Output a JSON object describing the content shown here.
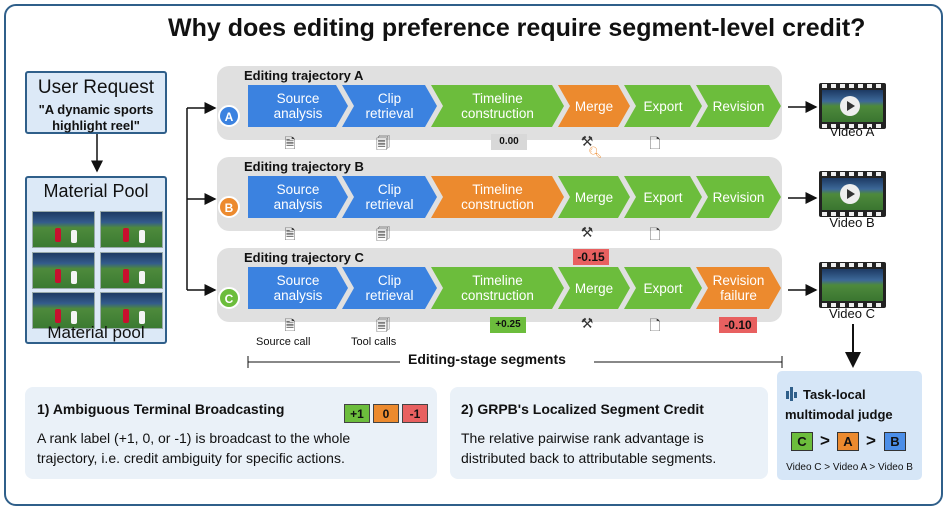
{
  "title": "Why does editing preference require segment-level credit?",
  "user_request": {
    "title": "User Request",
    "text_line1": "\"A dynamic sports",
    "text_line2": "highlight reel\""
  },
  "material_pool": {
    "title": "Material Pool",
    "footer": "Material pool"
  },
  "trajectories": [
    {
      "badge": "A",
      "title": "Editing trajectory A",
      "badge_color": "#3b82e0",
      "stages": [
        {
          "line1": "Source",
          "line2": "analysis",
          "color": "blue"
        },
        {
          "line1": "Clip",
          "line2": "retrieval",
          "color": "blue"
        },
        {
          "line1": "Timeline",
          "line2": "construction",
          "color": "green"
        },
        {
          "line1": "Merge",
          "line2": "",
          "color": "orange"
        },
        {
          "line1": "Export",
          "line2": "",
          "color": "green"
        },
        {
          "line1": "Revision",
          "line2": "",
          "color": "green"
        }
      ],
      "score": "0.00",
      "video": "Video A"
    },
    {
      "badge": "B",
      "title": "Editing trajectory B",
      "badge_color": "#ec8a2e",
      "stages": [
        {
          "line1": "Source",
          "line2": "analysis",
          "color": "blue"
        },
        {
          "line1": "Clip",
          "line2": "retrieval",
          "color": "blue"
        },
        {
          "line1": "Timeline",
          "line2": "construction",
          "color": "orange"
        },
        {
          "line1": "Merge",
          "line2": "",
          "color": "green"
        },
        {
          "line1": "Export",
          "line2": "",
          "color": "green"
        },
        {
          "line1": "Revision",
          "line2": "",
          "color": "green"
        }
      ],
      "score": "-0.15",
      "video": "Video B"
    },
    {
      "badge": "C",
      "title": "Editing trajectory C",
      "badge_color": "#6cbd3c",
      "stages": [
        {
          "line1": "Source",
          "line2": "analysis",
          "color": "blue"
        },
        {
          "line1": "Clip",
          "line2": "retrieval",
          "color": "blue"
        },
        {
          "line1": "Timeline",
          "line2": "construction",
          "color": "green"
        },
        {
          "line1": "Merge",
          "line2": "",
          "color": "green"
        },
        {
          "line1": "Export",
          "line2": "",
          "color": "green"
        },
        {
          "line1": "Revision",
          "line2": "failure",
          "color": "orange"
        }
      ],
      "score_pos": "+0.25",
      "score_neg": "-0.10",
      "video": "Video C"
    }
  ],
  "icon_labels": {
    "source": "Source call",
    "tools": "Tool calls"
  },
  "segments_label": "Editing-stage segments",
  "box1": {
    "title": "1) Ambiguous Terminal Broadcasting",
    "chips": [
      "+1",
      "0",
      "-1"
    ],
    "line1": "A rank label (+1, 0, or -1) is broadcast to the whole",
    "line2": "trajectory, i.e. credit ambiguity for specific actions."
  },
  "box2": {
    "title": "2) GRPB's Localized Segment Credit",
    "line1": "The relative pairwise rank advantage is",
    "line2": "distributed back to attributable segments."
  },
  "judge": {
    "title1": "Task-local",
    "title2": "multimodal judge",
    "ranking": [
      "C",
      "A",
      "B"
    ],
    "gt": ">",
    "footer": "Video C > Video A > Video B"
  },
  "colors": {
    "blue": "#3b82e0",
    "green": "#6cbd3c",
    "orange": "#ec8a2e",
    "frame": "#2f5f8a"
  }
}
